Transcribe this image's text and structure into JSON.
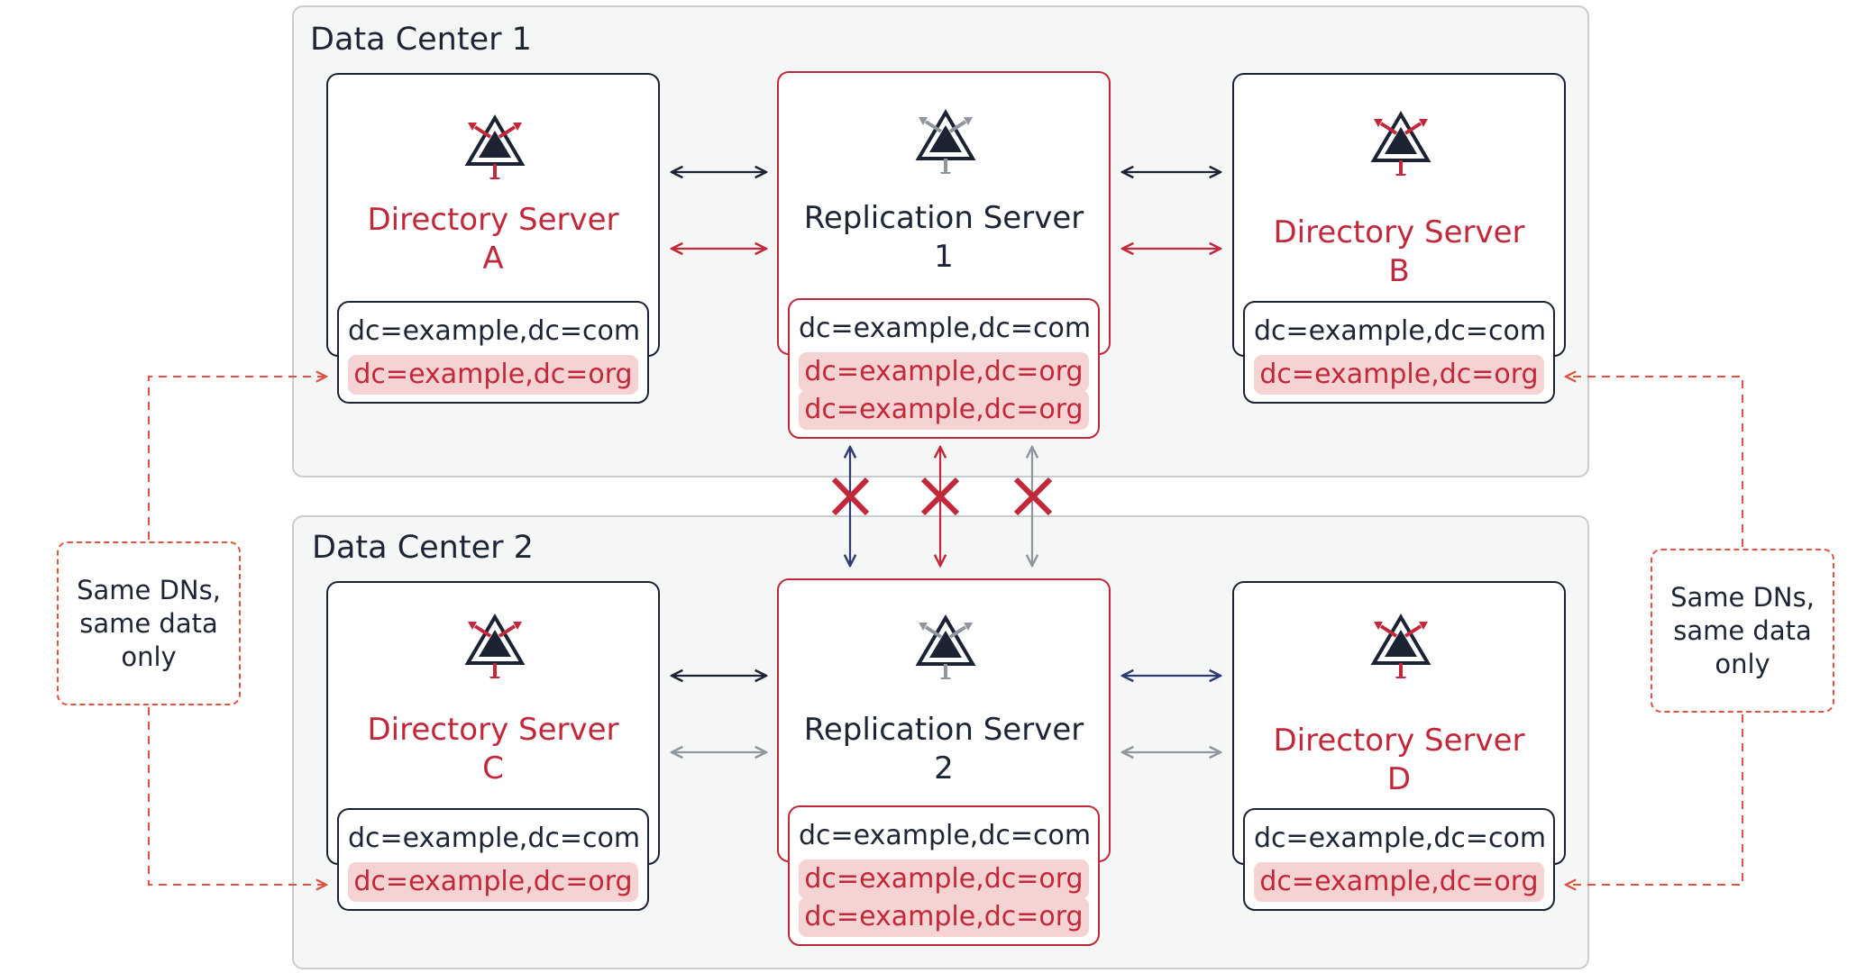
{
  "data_centers": [
    {
      "label": "Data Center 1"
    },
    {
      "label": "Data Center 2"
    }
  ],
  "servers": {
    "ds_a": {
      "title_line1": "Directory Server",
      "title_line2": "A",
      "suffixes": [
        "dc=example,dc=com",
        "dc=example,dc=org"
      ]
    },
    "rs_1": {
      "title_line1": "Replication Server",
      "title_line2": "1",
      "suffixes": [
        "dc=example,dc=com",
        "dc=example,dc=org",
        "dc=example,dc=org"
      ]
    },
    "ds_b": {
      "title_line1": "Directory Server",
      "title_line2": "B",
      "suffixes": [
        "dc=example,dc=com",
        "dc=example,dc=org"
      ]
    },
    "ds_c": {
      "title_line1": "Directory Server",
      "title_line2": "C",
      "suffixes": [
        "dc=example,dc=com",
        "dc=example,dc=org"
      ]
    },
    "rs_2": {
      "title_line1": "Replication Server",
      "title_line2": "2",
      "suffixes": [
        "dc=example,dc=com",
        "dc=example,dc=org",
        "dc=example,dc=org"
      ]
    },
    "ds_d": {
      "title_line1": "Directory Server",
      "title_line2": "D",
      "suffixes": [
        "dc=example,dc=com",
        "dc=example,dc=org"
      ]
    }
  },
  "notes": {
    "left": {
      "lines": [
        "Same DNs,",
        "same data",
        "only"
      ]
    },
    "right": {
      "lines": [
        "Same DNs,",
        "same data",
        "only"
      ]
    }
  },
  "colors": {
    "dark": "#1b2333",
    "red": "#c2273a",
    "navy": "#2f3a73",
    "gray": "#8f969e",
    "dashed": "#e2503f",
    "highlight": "#f6d3d3",
    "panel": "#f5f6f6"
  }
}
